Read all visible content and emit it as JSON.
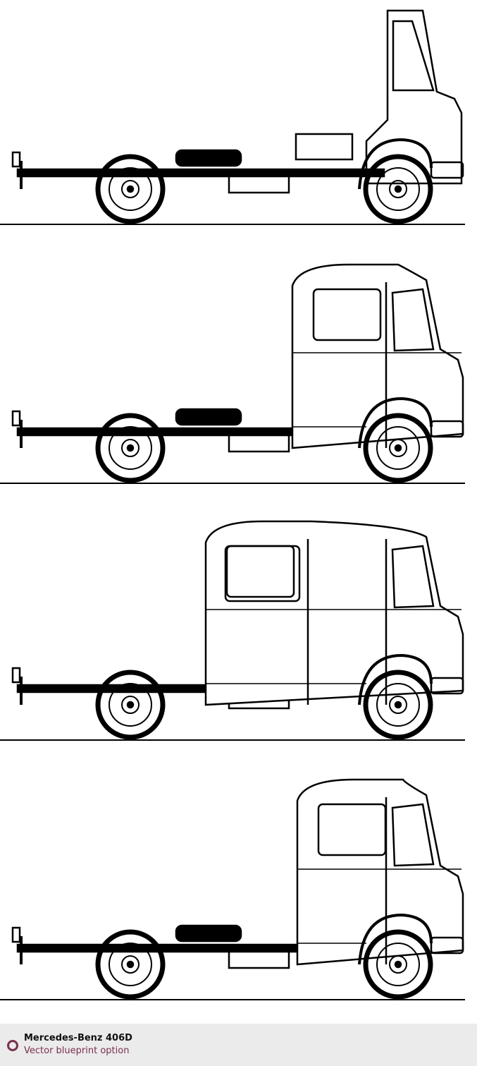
{
  "footer": {
    "title": "Mercedes-Benz 406D",
    "subtitle": "Vector blueprint option",
    "accent_color": "#7a3050"
  },
  "drawings": [
    {
      "variant": "chassis-open-cab"
    },
    {
      "variant": "single-cab-chassis"
    },
    {
      "variant": "double-cab-chassis"
    },
    {
      "variant": "high-roof-single-cab-chassis"
    }
  ]
}
